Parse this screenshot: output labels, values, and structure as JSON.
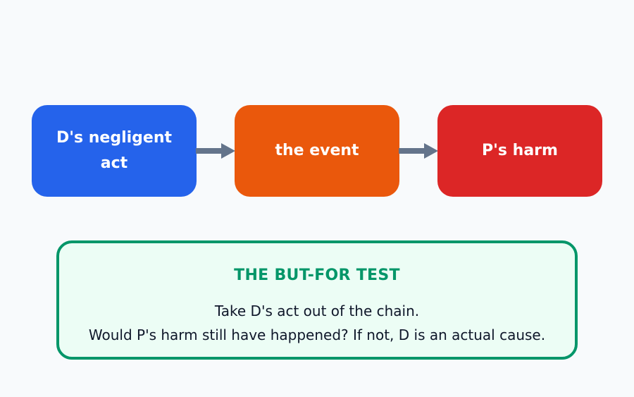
{
  "colors": {
    "background": "#f8fafc",
    "node_1": "#2563eb",
    "node_2": "#ea580c",
    "node_3": "#dc2626",
    "arrow": "#64748b",
    "test_border": "#059669",
    "test_fill": "#ecfdf5",
    "test_title": "#059669",
    "text_dark": "#0f172a"
  },
  "chain": {
    "nodes": [
      {
        "label": "D's negligent act"
      },
      {
        "label": "the event"
      },
      {
        "label": "P's harm"
      }
    ]
  },
  "test": {
    "title": "THE BUT-FOR TEST",
    "lines": [
      "Take D's act out of the chain.",
      "Would P's harm still have happened? If not, D is an actual cause."
    ]
  }
}
